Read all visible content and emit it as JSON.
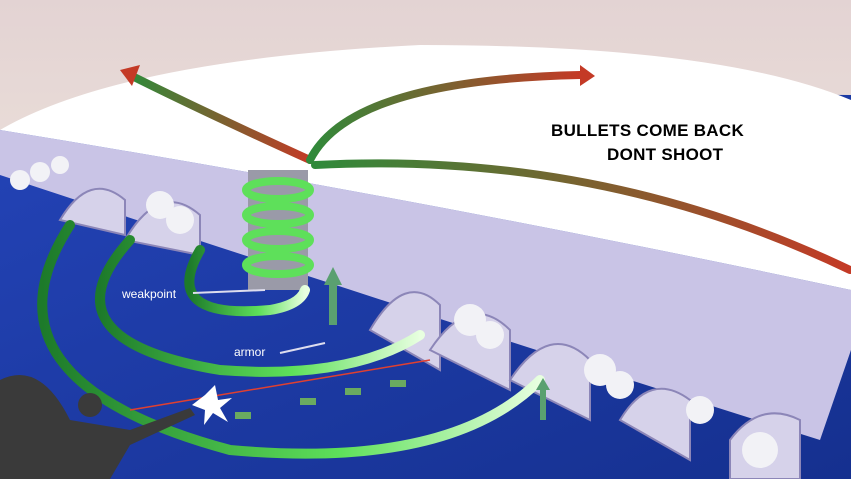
{
  "caption": {
    "line1": "BULLETS COME BACK",
    "line2": "DONT SHOOT"
  },
  "labels": {
    "weakpoint": "weakpoint",
    "armor": "armor"
  },
  "colors": {
    "sky": "#efe6e0",
    "ocean": "#1c3aa8",
    "disc_top": "#ffffff",
    "disc_side": "#c9c4e6",
    "arrow_green": "#3fcf3f",
    "arrow_red": "#c43a26"
  }
}
